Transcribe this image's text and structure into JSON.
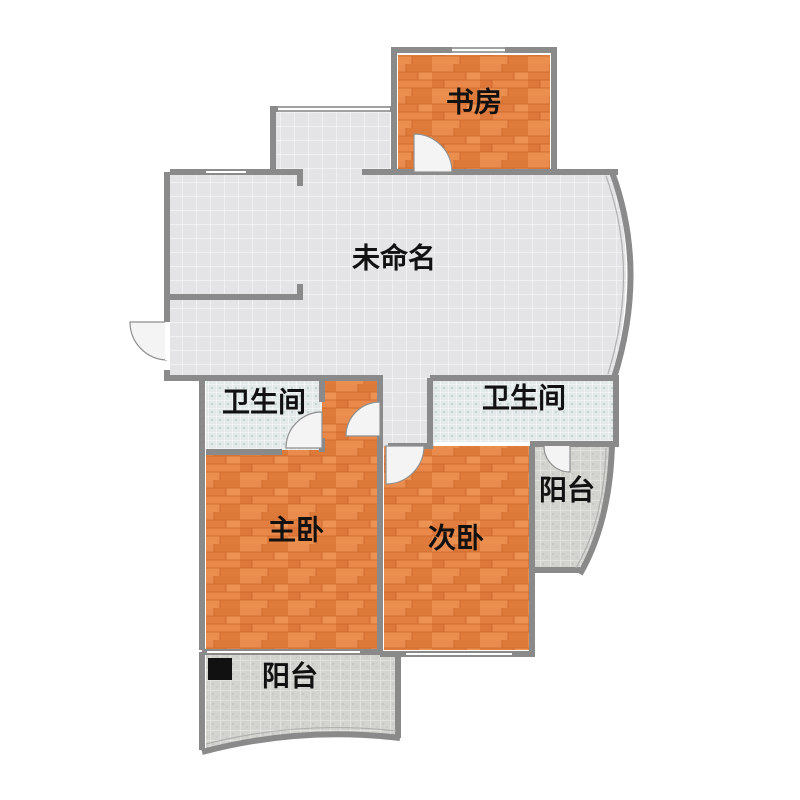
{
  "rooms": {
    "study": "书房",
    "main_area": "未命名",
    "bathroom_left": "卫生间",
    "bathroom_right": "卫生间",
    "master_bedroom": "主卧",
    "second_bedroom": "次卧",
    "balcony_right": "阳台",
    "balcony_bottom": "阳台"
  },
  "colors": {
    "wall": "#8a8a8a",
    "floor_tile": "#e4e4e6",
    "wood": "#e8854a",
    "bath_tile": "#dfe6e6",
    "balcony_tile": "#cfcfcc",
    "window": "#ffffff"
  }
}
